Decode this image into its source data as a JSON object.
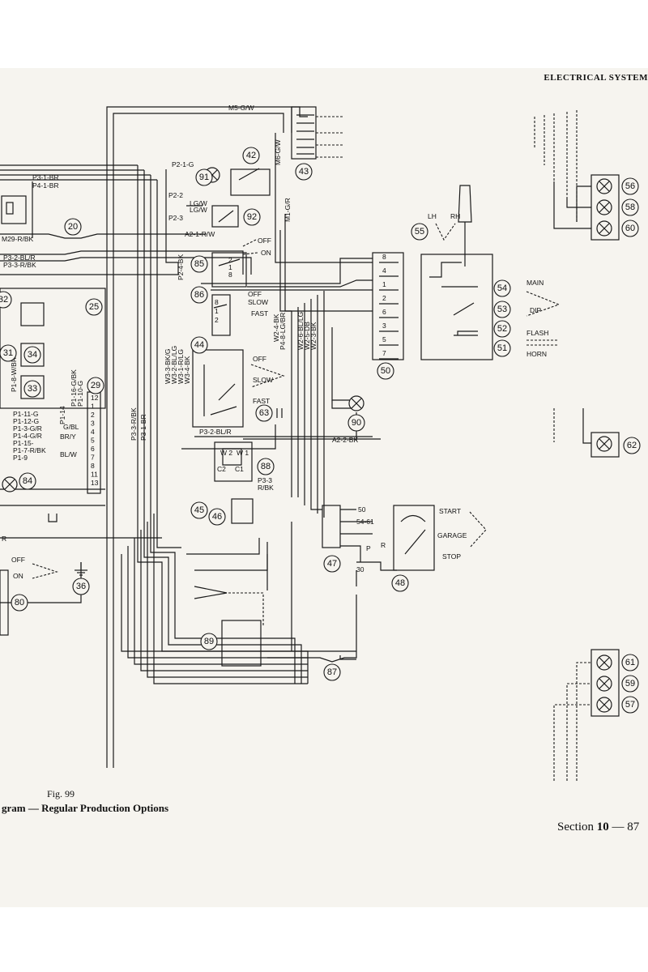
{
  "header": {
    "title": "ELECTRICAL SYSTEM"
  },
  "caption": {
    "figure": "Fig. 99",
    "title": "gram — Regular Production Options"
  },
  "footer": {
    "section_label": "Section",
    "section_number": "10",
    "separator": "—",
    "page": "87"
  },
  "components": [
    "20",
    "25",
    "29",
    "31",
    "32",
    "33",
    "34",
    "36",
    "42",
    "43",
    "44",
    "45",
    "46",
    "47",
    "48",
    "50",
    "51",
    "52",
    "53",
    "54",
    "55",
    "56",
    "57",
    "58",
    "59",
    "60",
    "61",
    "62",
    "63",
    "80",
    "84",
    "85",
    "86",
    "87",
    "88",
    "89",
    "90",
    "91",
    "92"
  ],
  "wire_labels": {
    "m5": "M5-G/W",
    "m6": "M6-G/W",
    "m1": "M1-G/R",
    "p3_1": "P3-1-BR",
    "p4_1": "P4-1-BR",
    "m29": "M29-R/BK",
    "p3_2": "P3-2-BL/R",
    "p3_3": "P3-3-R/BK",
    "p2_1": "P2-1-G",
    "p2_2": "P2-2",
    "lgw1": "LG/W",
    "lgw2": "LG/W",
    "p2_3": "P2-3",
    "a2_1": "A2-1-R/W",
    "p2_4": "P2-4-BK",
    "w3_3": "W3-3-BK/G",
    "w3_2": "W3-2-BL/LG",
    "w3_1": "W3-1-R/LG",
    "w3_4": "W3-4-BK",
    "w2_4": "W2-4-BK",
    "p4_8": "P4-8-LG/BR",
    "w2_6": "W2-6-BL/LG",
    "w2_5": "W2-5-DB",
    "w2_3": "W2-3-BK",
    "p1_16": "P1-16-G/BK",
    "p1_10": "P1-10-G",
    "p1_8": "P1-8-W/BR",
    "p1_14": "P1-14",
    "p1_11": "P1-11-G",
    "p1_12": "P1-12-G",
    "p1_3": "P1-3-G/R",
    "p1_4": "P1-4-G/R",
    "p1_15": "P1-15-",
    "p1_7": "P1-7-R/BK",
    "p1_9": "P1-9",
    "gbl": "G/BL",
    "bry": "BR/Y",
    "blw": "BL/W",
    "p3_3r": "P3-3-R/BK",
    "p3_1b": "P3-1-BR",
    "p3_2bl": "P3-2-BL/R",
    "a2_2": "A2-2-BK",
    "p3_3b": "P3-3",
    "rbk": "R/BK",
    "r": "R",
    "t50": "50",
    "t5461": "54-61",
    "t30": "30",
    "tp": "P",
    "tr": "R",
    "c2": "C2",
    "c1": "C1",
    "w2t": "W 2",
    "w1t": "W 1"
  },
  "switch_labels": {
    "off": "OFF",
    "on": "ON",
    "slow": "SLOW",
    "fast": "FAST",
    "lh": "LH",
    "rh": "RH",
    "main": "MAIN",
    "dip": "DIP",
    "flash": "FLASH",
    "horn": "HORN",
    "start": "START",
    "garage": "GARAGE",
    "stop": "STOP",
    "off2": "OFF",
    "slow2": "SLOW",
    "fast2": "FAST",
    "off3": "OFF",
    "on3": "ON"
  },
  "connector_50_pins": [
    "8",
    "4",
    "1",
    "2",
    "6",
    "3",
    "5",
    "7"
  ],
  "connector_29_pins": [
    "12",
    "1",
    "2",
    "3",
    "4",
    "5",
    "6",
    "7",
    "8",
    "11",
    "13"
  ],
  "connector_85_pins": [
    "2",
    "1",
    "8"
  ],
  "connector_86_pins": [
    "8",
    "1",
    "2"
  ]
}
